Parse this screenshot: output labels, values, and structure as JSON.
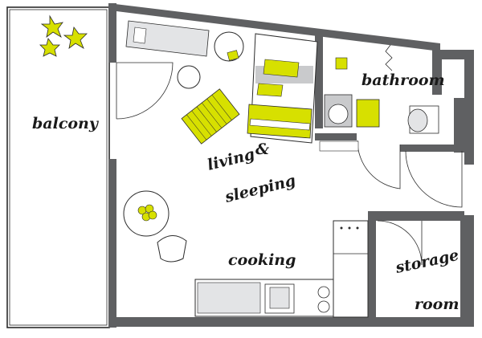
{
  "labels": {
    "balcony": "balcony",
    "bathroom": "bathroom",
    "living": "living",
    "ampersand": "&",
    "sleeping": "sleeping",
    "cooking": "cooking",
    "storage": "storage",
    "room": "room"
  },
  "colors": {
    "accent": "#d7e000",
    "wall": "#5f6062",
    "furniture": "#c9cacc"
  }
}
